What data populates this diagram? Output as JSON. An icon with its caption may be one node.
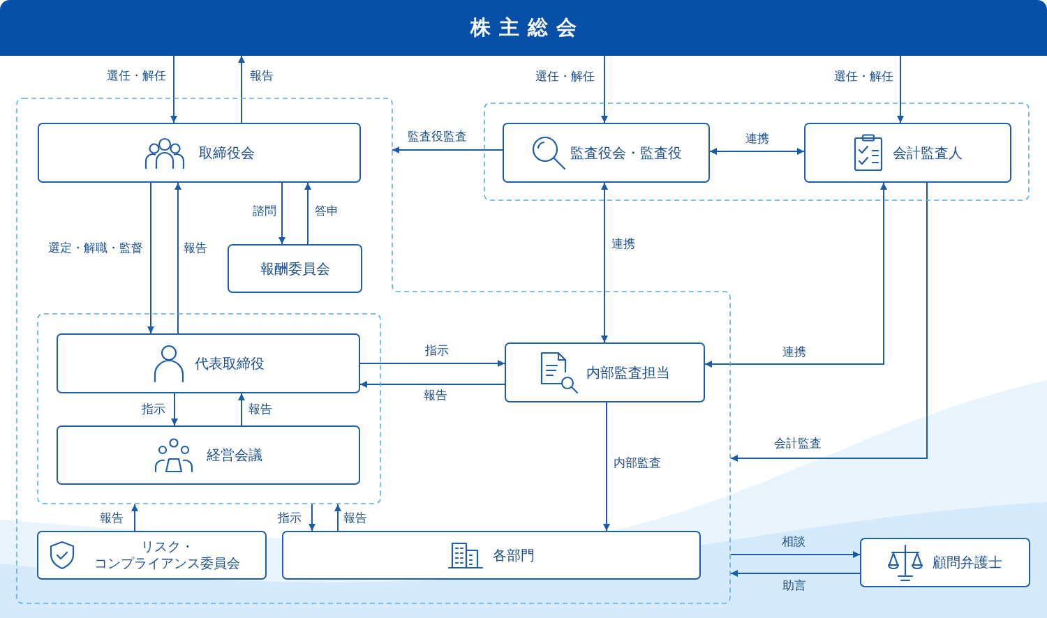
{
  "diagram": {
    "nodes": [
      {
        "text": [
          "株主総会"
        ]
      },
      {
        "text": [],
        "shape": "box"
      },
      {
        "text": [
          "取締役会"
        ],
        "in": 1
      },
      {
        "text": [],
        "shape": "box"
      },
      {
        "text": [
          "監査役会・監査役"
        ],
        "in": 3
      },
      {
        "text": [
          "会計監査人"
        ],
        "in": 3
      },
      {
        "text": [
          "報酬委員会"
        ],
        "in": 1
      },
      {
        "text": [],
        "shape": "box",
        "in": 1
      },
      {
        "text": [
          "代表取締役"
        ],
        "in": 7
      },
      {
        "text": [
          "内部監査担当"
        ],
        "in": 1
      },
      {
        "text": [
          "経営会議"
        ],
        "in": 7
      },
      {
        "text": [
          "リスク・コンプライアンス委員会"
        ],
        "in": 1
      },
      {
        "text": [
          "各部門"
        ],
        "in": 1
      },
      {
        "text": [
          "顧問弁護士"
        ]
      }
    ],
    "edges": [
      {
        "from": 0,
        "to": 2,
        "arrow": "to",
        "label": "選任・解任"
      },
      {
        "from": 2,
        "to": 0,
        "arrow": "to",
        "label": "報告"
      },
      {
        "from": 0,
        "to": 4,
        "arrow": "to",
        "label": "選任・解任"
      },
      {
        "from": 0,
        "to": 5,
        "arrow": "to",
        "label": "選任・解任"
      },
      {
        "from": 4,
        "to": 1,
        "arrow": "to",
        "label": "監査役監査"
      },
      {
        "from": 4,
        "to": 5,
        "arrow": "both",
        "label": "連携"
      },
      {
        "from": 2,
        "to": 6,
        "arrow": "to",
        "label": "諮問"
      },
      {
        "from": 6,
        "to": 2,
        "arrow": "to",
        "label": "答申"
      },
      {
        "from": 2,
        "to": 8,
        "arrow": "to",
        "label": "選定・解職・監督"
      },
      {
        "from": 8,
        "to": 2,
        "arrow": "to",
        "label": "報告"
      },
      {
        "from": 4,
        "to": 9,
        "arrow": "both",
        "label": "連携"
      },
      {
        "from": 8,
        "to": 9,
        "arrow": "to",
        "label": "指示"
      },
      {
        "from": 9,
        "to": 8,
        "arrow": "to",
        "label": "報告"
      },
      {
        "from": 5,
        "to": 9,
        "arrow": "both",
        "label": "連携"
      },
      {
        "from": 5,
        "to": 1,
        "arrow": "to",
        "label": "会計監査"
      },
      {
        "from": 8,
        "to": 10,
        "arrow": "to",
        "label": "指示"
      },
      {
        "from": 10,
        "to": 8,
        "arrow": "to",
        "label": "報告"
      },
      {
        "from": 9,
        "to": 12,
        "arrow": "to",
        "label": "内部監査"
      },
      {
        "from": 11,
        "to": 7,
        "arrow": "to",
        "label": "報告"
      },
      {
        "from": 7,
        "to": 12,
        "arrow": "to",
        "label": "指示"
      },
      {
        "from": 12,
        "to": 7,
        "arrow": "to",
        "label": "報告"
      },
      {
        "from": 1,
        "to": 13,
        "arrow": "to",
        "label": "相談"
      },
      {
        "from": 13,
        "to": 1,
        "arrow": "to",
        "label": "助言"
      }
    ]
  }
}
